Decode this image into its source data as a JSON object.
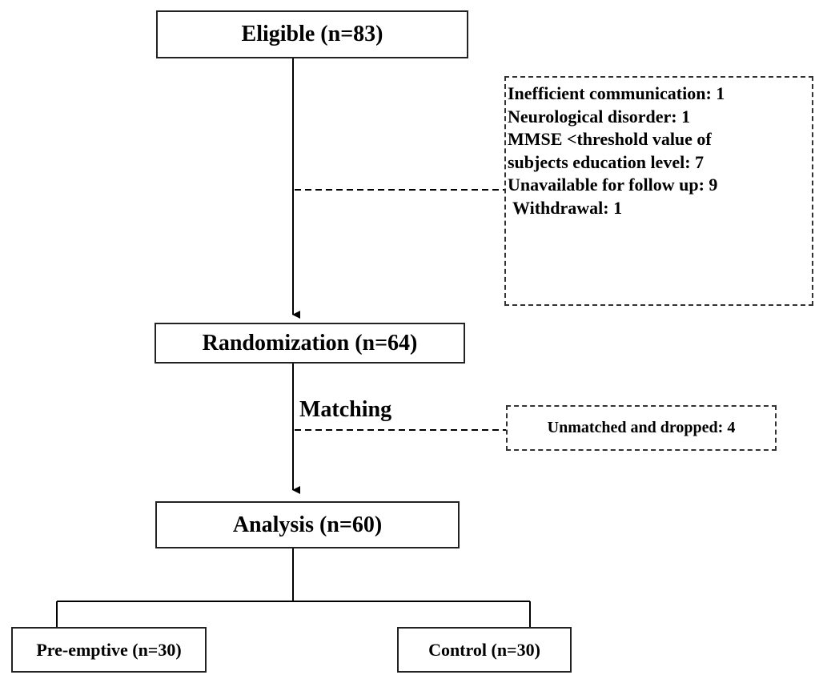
{
  "flowchart": {
    "eligible": "Eligible (n=83)",
    "exclusions": [
      "Inefficient communication: 1",
      "Neurological disorder: 1",
      "MMSE <threshold value of",
      "subjects education level: 7",
      "Unavailable for follow up: 9",
      "Withdrawal: 1"
    ],
    "randomization": "Randomization (n=64)",
    "matching": "Matching",
    "unmatched": "Unmatched and dropped: 4",
    "analysis": "Analysis (n=60)",
    "pre_emptive": "Pre-emptive (n=30)",
    "control": "Control (n=30)"
  }
}
